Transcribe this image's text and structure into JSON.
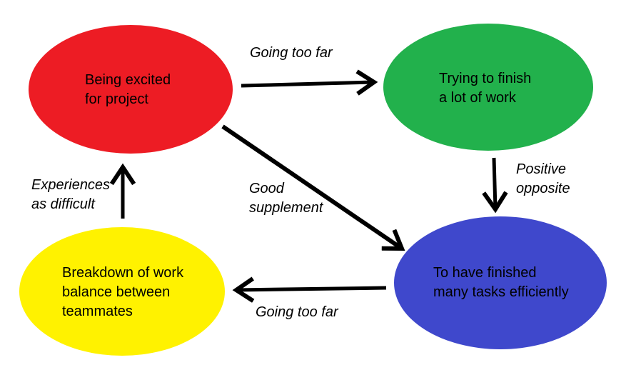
{
  "diagram": {
    "background": "#ffffff",
    "ink_color": "#000000",
    "nodes": {
      "excited": {
        "color": "#ED1C24",
        "line1": "Being excited",
        "line2": "for project"
      },
      "trying": {
        "color": "#22B14C",
        "line1": "Trying to finish",
        "line2": "a lot of work"
      },
      "finished": {
        "color": "#3F48CC",
        "line1": "To have finished",
        "line2": "many tasks efficiently"
      },
      "breakdown": {
        "color": "#FFF200",
        "line1": "Breakdown of work",
        "line2": "balance between",
        "line3": "teammates"
      }
    },
    "edge_labels": {
      "excited_to_trying": {
        "text": "Going too far"
      },
      "trying_to_finished": {
        "line1": "Positive",
        "line2": "opposite"
      },
      "excited_to_finished": {
        "line1": "Good",
        "line2": "supplement"
      },
      "finished_to_breakdown": {
        "text": "Going too far"
      },
      "breakdown_to_excited": {
        "line1": "Experiences",
        "line2": "as difficult"
      }
    }
  }
}
